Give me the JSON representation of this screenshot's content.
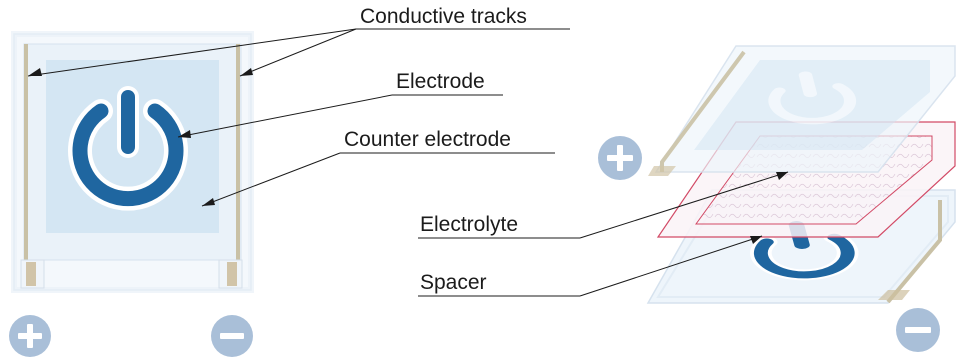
{
  "labels": {
    "conductive_tracks": "Conductive tracks",
    "electrode": "Electrode",
    "counter_electrode": "Counter electrode",
    "electrolyte": "Electrolyte",
    "spacer": "Spacer"
  },
  "icons": [
    "plus-circle-icon",
    "minus-circle-icon",
    "power-icon"
  ],
  "colors": {
    "power_symbol": "#1f66a0",
    "terminal_badge": "#a9bfd8",
    "electrolyte_border": "#d24a66",
    "conductive_track": "#c8c0a8",
    "glass_panel": "#eef5fb",
    "electrode_area": "#d3e6f3"
  }
}
